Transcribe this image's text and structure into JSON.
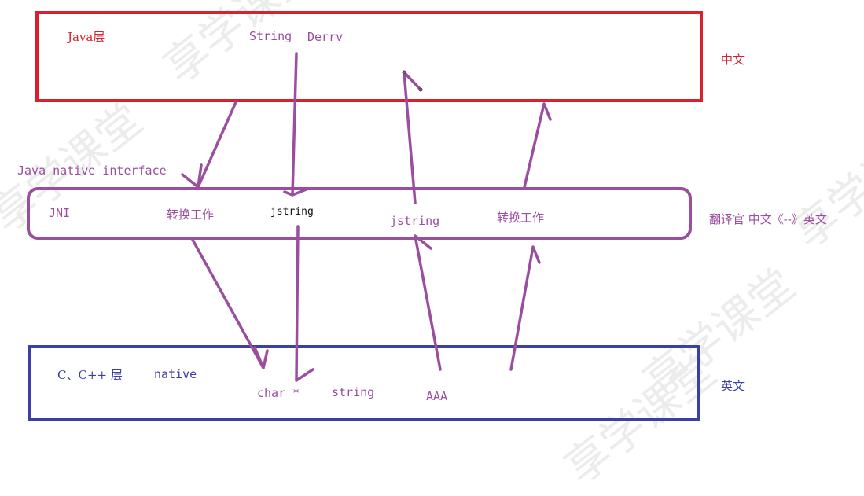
{
  "java_layer": {
    "label": "Java层",
    "string_label": "String",
    "derrv_label": "Derrv",
    "side_label": "中文",
    "color": "#d8202e"
  },
  "jni_layer": {
    "caption": "Java native interface",
    "label": "JNI",
    "convert_left": "转换工作",
    "jstring_left": "jstring",
    "jstring_right": "jstring",
    "convert_right": "转换工作",
    "side_label": "翻译官 中文《--》英文",
    "color": "#9b4d9f"
  },
  "c_layer": {
    "label": "C、C++ 层",
    "native_label": "native",
    "char_label": "char *",
    "string_label": "string",
    "aaa_label": "AAA",
    "side_label": "英文",
    "color": "#3b3fa6"
  },
  "watermark": "享学课堂"
}
